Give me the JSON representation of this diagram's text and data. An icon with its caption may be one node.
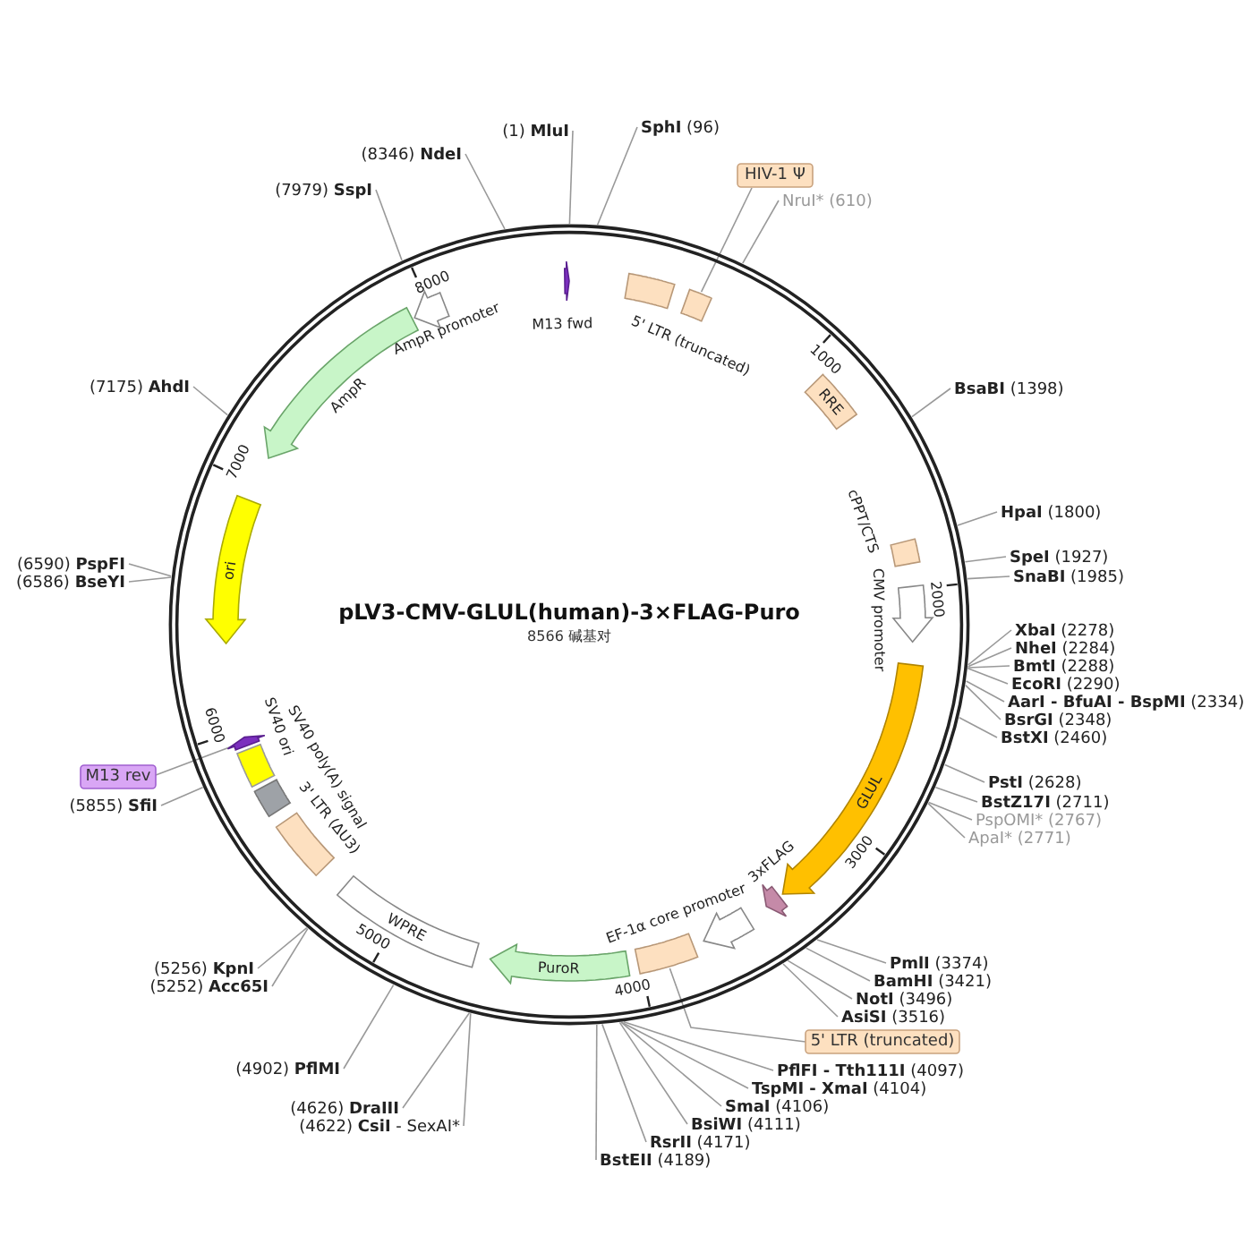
{
  "diagram": {
    "title": "pLV3-CMV-GLUL(human)-3×FLAG-Puro",
    "nodes": [
      {
        "text": [
          "M13 fwd"
        ]
      },
      {
        "text": [
          "5' LTR (truncated)"
        ]
      },
      {
        "text": [],
        "shape": "box"
      },
      {
        "text": [
          "RRE"
        ]
      },
      {
        "text": [
          "cPPT/CTS"
        ]
      },
      {
        "text": [
          "CMV promoter"
        ]
      },
      {
        "text": [
          "GLUL"
        ]
      },
      {
        "text": [
          "3xFLAG"
        ]
      },
      {
        "text": [
          "EF-1α core promoter"
        ]
      },
      {
        "text": [],
        "shape": "box"
      },
      {
        "text": [
          "PuroR"
        ]
      },
      {
        "text": [
          "WPRE"
        ]
      },
      {
        "text": [
          "3' LTR (ΔU3)"
        ]
      },
      {
        "text": [
          "SV40 poly(A) signal"
        ]
      },
      {
        "text": [
          "SV40 ori"
        ]
      },
      {
        "text": [],
        "shape": "arrow"
      },
      {
        "text": [
          "ori"
        ]
      },
      {
        "text": [
          "AmpR"
        ]
      },
      {
        "text": [
          "AmpR promoter"
        ]
      },
      {
        "text": [
          "(1) **MluI**"
        ]
      },
      {
        "text": [
          "**SphI** (96)"
        ]
      },
      {
        "text": [
          "NruI* (610)"
        ]
      },
      {
        "text": [
          "**BsaBI** (1398)"
        ]
      },
      {
        "text": [
          "**HpaI** (1800)"
        ]
      },
      {
        "text": [
          "**SpeI** (1927)"
        ]
      },
      {
        "text": [
          "**SnaBI** (1985)"
        ]
      },
      {
        "text": [
          "**XbaI** (2278)"
        ]
      },
      {
        "text": [
          "**NheI** (2284)"
        ]
      },
      {
        "text": [
          "**BmtI** (2288)"
        ]
      },
      {
        "text": [
          "**EcoRI** (2290)"
        ]
      },
      {
        "text": [
          "**AarI - BfuAI - BspMI** (2334)"
        ]
      },
      {
        "text": [
          "**BsrGI** (2348)"
        ]
      },
      {
        "text": [
          "**BstXI** (2460)"
        ]
      },
      {
        "text": [
          "**PstI** (2628)"
        ]
      },
      {
        "text": [
          "**BstZ17I** (2711)"
        ]
      },
      {
        "text": [
          "PspOMI* (2767)"
        ]
      },
      {
        "text": [
          "ApaI* (2771)"
        ]
      },
      {
        "text": [
          "**PmlI** (3374)"
        ]
      },
      {
        "text": [
          "**BamHI** (3421)"
        ]
      },
      {
        "text": [
          "**NotI** (3496)"
        ]
      },
      {
        "text": [
          "**AsiSI** (3516)"
        ]
      },
      {
        "text": [
          "**PflFI - Tth111I** (4097)"
        ]
      },
      {
        "text": [
          "**TspMI - XmaI** (4104)"
        ]
      },
      {
        "text": [
          "**SmaI** (4106)"
        ]
      },
      {
        "text": [
          "**BsiWI** (4111)"
        ]
      },
      {
        "text": [
          "**RsrII** (4171)"
        ]
      },
      {
        "text": [
          "**BstEII** (4189)"
        ]
      },
      {
        "text": [
          "(4626) **DraIII**"
        ]
      },
      {
        "text": [
          "(4622) **CsiI** - SexAI*"
        ]
      },
      {
        "text": [
          "(4902) **PflMI**"
        ]
      },
      {
        "text": [
          "(5256) **KpnI**"
        ]
      },
      {
        "text": [
          "(5252) **Acc65I**"
        ]
      },
      {
        "text": [
          "(5855) **SfiI**"
        ]
      },
      {
        "text": [
          "(6590) **PspFI**"
        ]
      },
      {
        "text": [
          "(6586) **BseYI**"
        ]
      },
      {
        "text": [
          "(7175) **AhdI**"
        ]
      },
      {
        "text": [
          "(7979) **SspI**"
        ]
      },
      {
        "text": [
          "(8346) **NdeI**"
        ]
      },
      {
        "text": [
          "HIV-1 Ψ"
        ]
      },
      {
        "text": [
          "M13 rev"
        ]
      },
      {
        "text": [
          "5' LTR (truncated)"
        ]
      }
    ],
    "edges": [
      {
        "from": 19,
        "to": null,
        "arrow": "none"
      },
      {
        "from": 20,
        "to": null,
        "arrow": "none"
      },
      {
        "from": 21,
        "to": null,
        "arrow": "none"
      },
      {
        "from": 22,
        "to": null,
        "arrow": "none"
      },
      {
        "from": 23,
        "to": null,
        "arrow": "none"
      },
      {
        "from": 24,
        "to": null,
        "arrow": "none"
      },
      {
        "from": 25,
        "to": null,
        "arrow": "none"
      },
      {
        "from": 26,
        "to": null,
        "arrow": "none"
      },
      {
        "from": 27,
        "to": null,
        "arrow": "none"
      },
      {
        "from": 28,
        "to": null,
        "arrow": "none"
      },
      {
        "from": 29,
        "to": null,
        "arrow": "none"
      },
      {
        "from": 30,
        "to": null,
        "arrow": "none"
      },
      {
        "from": 31,
        "to": null,
        "arrow": "none"
      },
      {
        "from": 32,
        "to": null,
        "arrow": "none"
      },
      {
        "from": 33,
        "to": null,
        "arrow": "none"
      },
      {
        "from": 34,
        "to": null,
        "arrow": "none"
      },
      {
        "from": 35,
        "to": null,
        "arrow": "none"
      },
      {
        "from": 36,
        "to": null,
        "arrow": "none"
      },
      {
        "from": 37,
        "to": null,
        "arrow": "none"
      },
      {
        "from": 38,
        "to": null,
        "arrow": "none"
      },
      {
        "from": 39,
        "to": null,
        "arrow": "none"
      },
      {
        "from": 40,
        "to": null,
        "arrow": "none"
      },
      {
        "from": 41,
        "to": null,
        "arrow": "none"
      },
      {
        "from": 42,
        "to": null,
        "arrow": "none"
      },
      {
        "from": 43,
        "to": null,
        "arrow": "none"
      },
      {
        "from": 44,
        "to": null,
        "arrow": "none"
      },
      {
        "from": 45,
        "to": null,
        "arrow": "none"
      },
      {
        "from": 46,
        "to": null,
        "arrow": "none"
      },
      {
        "from": 47,
        "to": null,
        "arrow": "none"
      },
      {
        "from": 48,
        "to": null,
        "arrow": "none"
      },
      {
        "from": 49,
        "to": null,
        "arrow": "none"
      },
      {
        "from": 50,
        "to": null,
        "arrow": "none"
      },
      {
        "from": 51,
        "to": null,
        "arrow": "none"
      },
      {
        "from": 52,
        "to": null,
        "arrow": "none"
      },
      {
        "from": 53,
        "to": null,
        "arrow": "none"
      },
      {
        "from": 54,
        "to": null,
        "arrow": "none"
      },
      {
        "from": 55,
        "to": null,
        "arrow": "none"
      },
      {
        "from": 56,
        "to": null,
        "arrow": "none"
      },
      {
        "from": 57,
        "to": null,
        "arrow": "none"
      },
      {
        "from": 58,
        "to": 2,
        "arrow": "none"
      },
      {
        "from": 59,
        "to": 15,
        "arrow": "none"
      },
      {
        "from": 60,
        "to": 9,
        "arrow": "none"
      }
    ],
    "labels": [
      "1000",
      "2000",
      "3000",
      "4000",
      "5000",
      "6000",
      "7000",
      "8000",
      "8566 碱基对"
    ]
  }
}
